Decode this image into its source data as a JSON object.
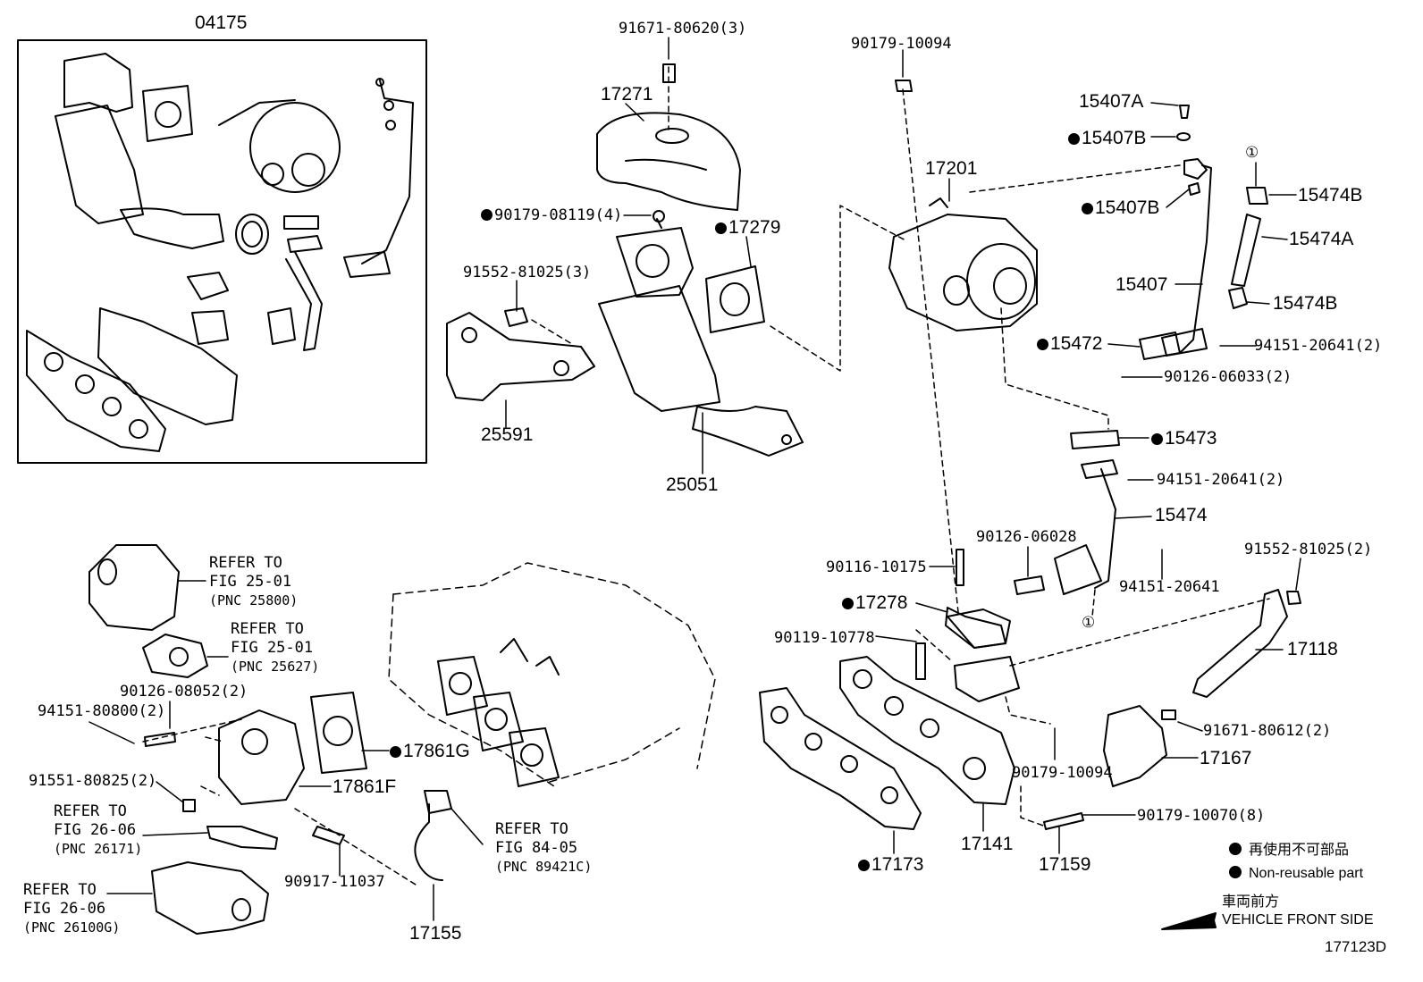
{
  "callouts": {
    "p04175": "04175",
    "p17271": "17271",
    "p91671_80620": "91671-80620(3)",
    "p90179_08119": "90179-08119(4)",
    "p91552_81025_3": "91552-81025(3)",
    "p25591": "25591",
    "p25051": "25051",
    "p17279": "17279",
    "p90179_10094_top": "90179-10094",
    "p17201": "17201",
    "p15407A": "15407A",
    "p15407B_1": "15407B",
    "p15407B_2": "15407B",
    "p15474B_1": "15474B",
    "p15474A": "15474A",
    "p15407": "15407",
    "p15474B_2": "15474B",
    "p15472": "15472",
    "p94151_20641_2a": "94151-20641(2)",
    "p90126_06033": "90126-06033(2)",
    "p15473": "15473",
    "p94151_20641_2b": "94151-20641(2)",
    "p15474": "15474",
    "p90126_06028": "90126-06028",
    "p94151_20641": "94151-20641",
    "p90116_10175": "90116-10175",
    "p17278": "17278",
    "p91552_81025_2": "91552-81025(2)",
    "p90119_10778": "90119-10778",
    "p17118": "17118",
    "p91671_80612": "91671-80612(2)",
    "p17167": "17167",
    "p90179_10094_low": "90179-10094",
    "p90179_10070": "90179-10070(8)",
    "p17173": "17173",
    "p17141": "17141",
    "p17159": "17159",
    "p90126_08052": "90126-08052(2)",
    "p94151_80800": "94151-80800(2)",
    "p17861G": "17861G",
    "p17861F": "17861F",
    "p91551_80825": "91551-80825(2)",
    "p90917_11037": "90917-11037",
    "p17155": "17155",
    "circle1": "①"
  },
  "references": [
    {
      "line1": "REFER TO",
      "line2": "FIG 25-01",
      "pnc": "(PNC 25800)"
    },
    {
      "line1": "REFER TO",
      "line2": "FIG 25-01",
      "pnc": "(PNC 25627)"
    },
    {
      "line1": "REFER TO",
      "line2": "FIG 26-06",
      "pnc": "(PNC 26171)"
    },
    {
      "line1": "REFER TO",
      "line2": "FIG 26-06",
      "pnc": "(PNC 26100G)"
    },
    {
      "line1": "REFER TO",
      "line2": "FIG 84-05",
      "pnc": "(PNC 89421C)"
    }
  ],
  "legend": {
    "jp": "再使用不可部品",
    "en": "Non-reusable part"
  },
  "direction": {
    "jp": "車両前方",
    "en": "VEHICLE FRONT SIDE"
  },
  "figure_id": "177123D"
}
